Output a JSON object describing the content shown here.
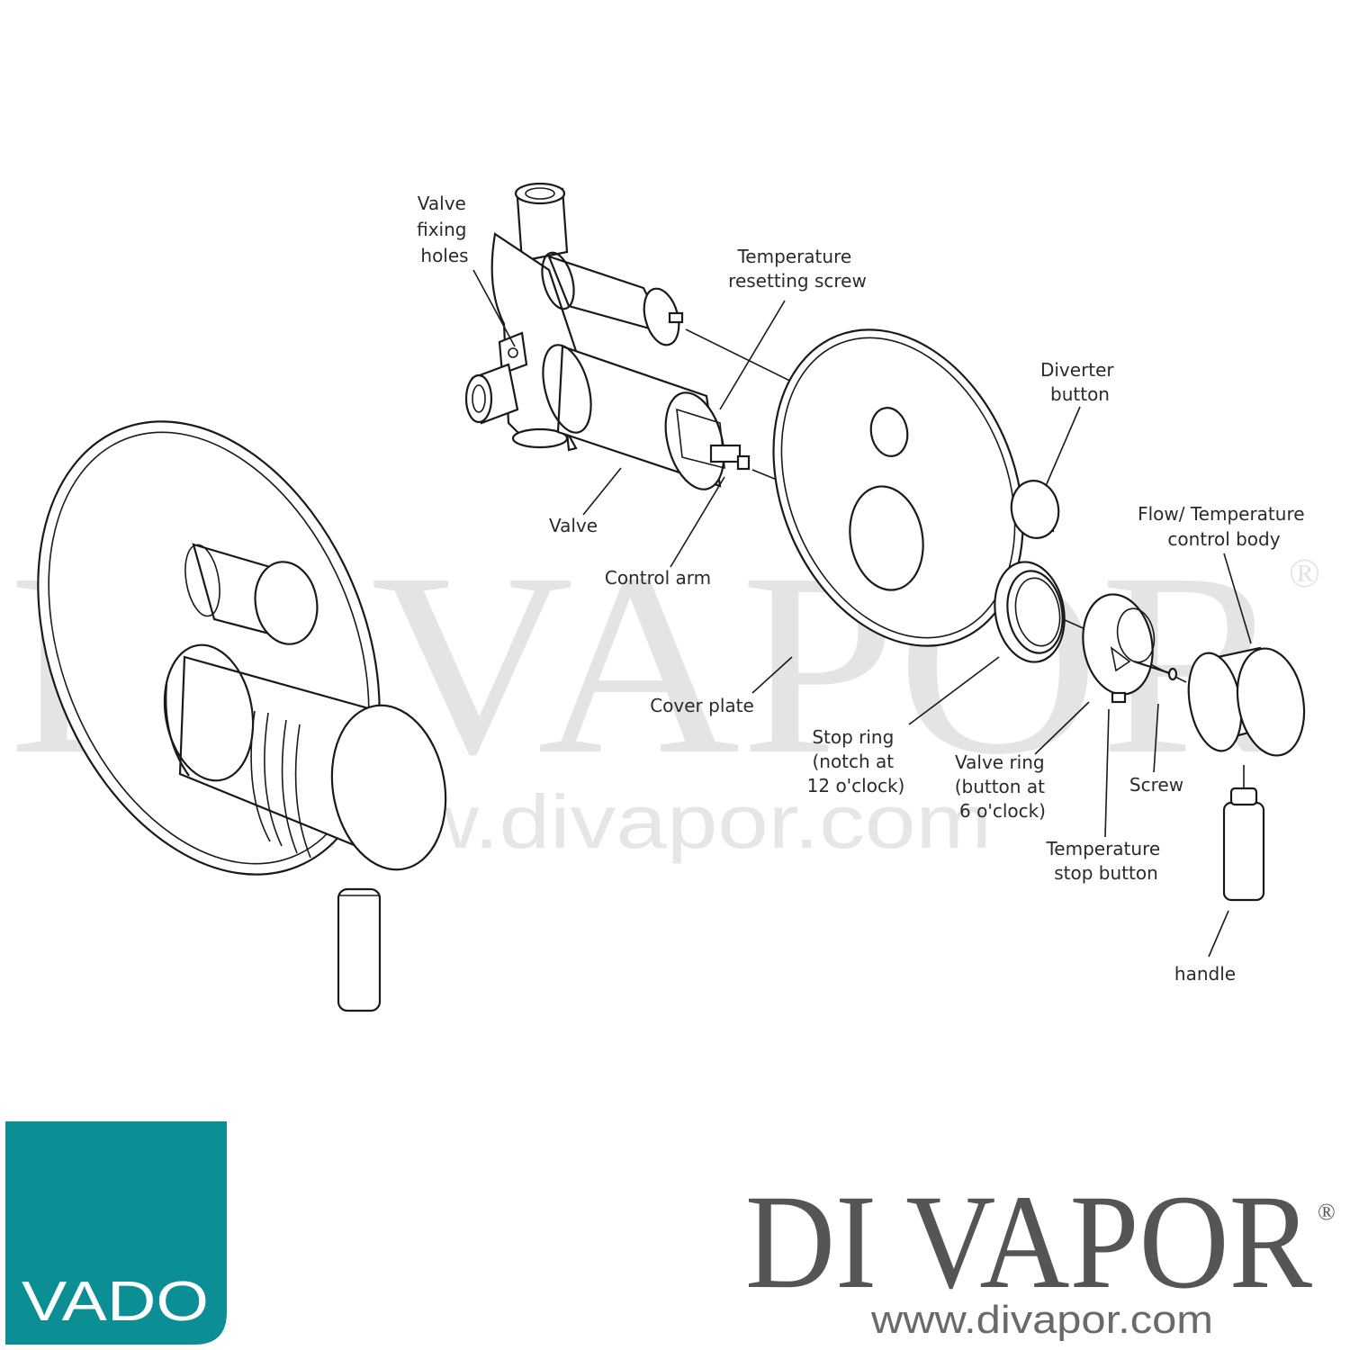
{
  "watermark": {
    "text": "DI VAPOR",
    "registered": "®",
    "url": "www.divapor.com"
  },
  "labels": {
    "valve_fixing_holes": [
      "Valve",
      "fixing",
      "holes"
    ],
    "temperature_resetting_screw": [
      "Temperature",
      "resetting screw"
    ],
    "diverter_button": [
      "Diverter",
      "button"
    ],
    "valve": [
      "Valve"
    ],
    "control_arm": [
      "Control arm"
    ],
    "flow_temperature_control_body": [
      "Flow/ Temperature",
      "control body"
    ],
    "cover_plate": [
      "Cover plate"
    ],
    "stop_ring": [
      "Stop ring",
      "(notch at",
      "12 o'clock)"
    ],
    "valve_ring": [
      "Valve ring",
      "(button at",
      "6 o'clock)"
    ],
    "screw": [
      "Screw"
    ],
    "temperature_stop_button": [
      "Temperature",
      "stop button"
    ],
    "handle": [
      "handle"
    ]
  },
  "logo": {
    "text": "VADO",
    "color": "#0b8f95"
  },
  "brand": {
    "title": "DI VAPOR",
    "registered": "®",
    "url": "www.divapor.com",
    "color": "#555558"
  }
}
